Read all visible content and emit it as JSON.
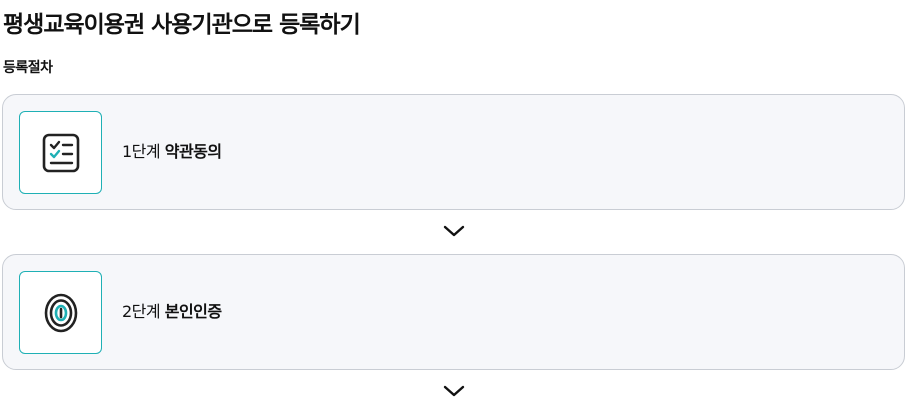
{
  "page": {
    "title": "평생교육이용권 사용기관으로 등록하기",
    "section_label": "등록절차"
  },
  "steps": [
    {
      "number_label": "1단계",
      "name": "약관동의",
      "icon": "checklist-icon",
      "accent": "#1fb0b5"
    },
    {
      "number_label": "2단계",
      "name": "본인인증",
      "icon": "fingerprint-icon",
      "accent": "#1fb0b5"
    }
  ],
  "colors": {
    "card_background": "#f6f7fa",
    "card_border": "#c9cdd4",
    "icon_accent": "#1fb0b5"
  }
}
